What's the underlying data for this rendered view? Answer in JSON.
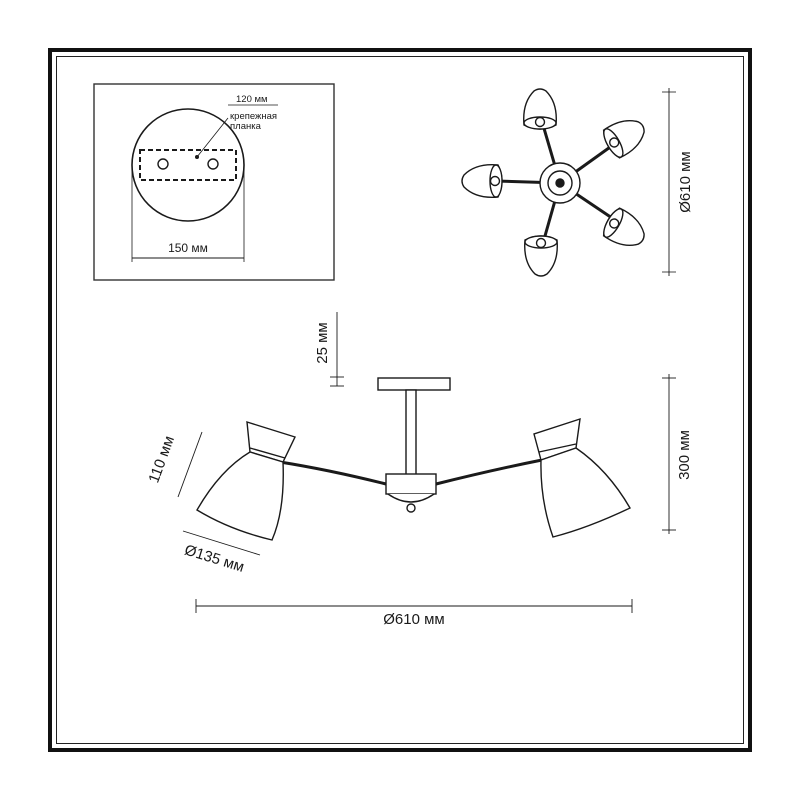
{
  "mount_plate": {
    "slot_width": "120 мм",
    "bracket_label_line1": "крепежная",
    "bracket_label_line2": "планка",
    "canopy_diameter": "150 мм"
  },
  "top_view": {
    "diameter": "Ø610 мм"
  },
  "side_view": {
    "canopy_height": "25 мм",
    "shade_height": "110 мм",
    "overall_height": "300 мм",
    "shade_diameter": "Ø135 мм",
    "overall_width": "Ø610 мм"
  },
  "colors": {
    "line": "#1a1a1a",
    "inset_border": "#333333"
  }
}
